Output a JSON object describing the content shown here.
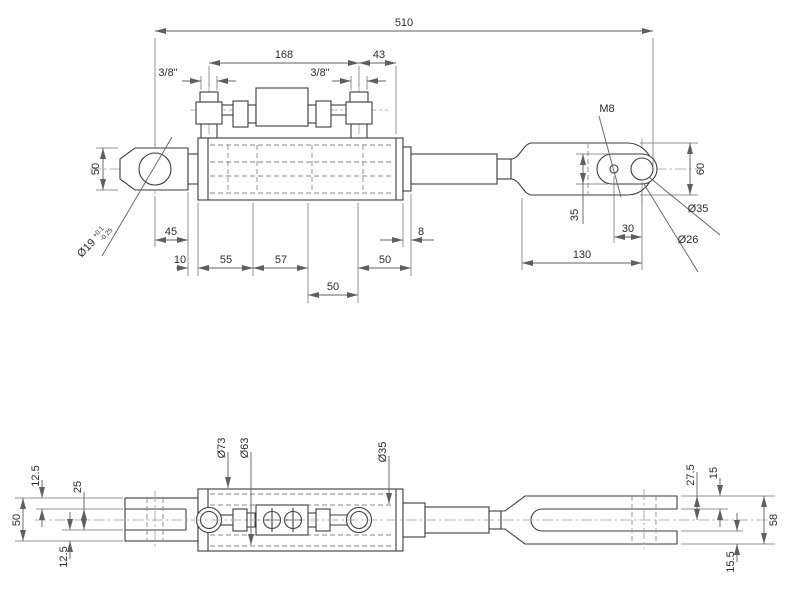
{
  "side_view": {
    "overall_length": "510",
    "fitting_span": "168",
    "d43": "43",
    "port_left": "3/8\"",
    "port_right": "3/8\"",
    "fork_height": "50",
    "pin_hole_dia": "Ø19",
    "pin_hole_tol_upper": "+0.1",
    "pin_hole_tol_lower": "-0.25",
    "d45": "45",
    "d10": "10",
    "d55": "55",
    "d57": "57",
    "d50_mid": "50",
    "d50_right": "50",
    "d8": "8",
    "thread_label": "M8",
    "end_height": "60",
    "slot_width": "35",
    "hole_spacing": "30",
    "end_length": "130",
    "slot_end_dia": "Ø35",
    "hole_dia": "Ø26"
  },
  "top_view": {
    "plate_thickness_top": "12.5",
    "slot_gap": "25",
    "fork_width": "50",
    "plate_thickness_bottom": "12.5",
    "cylinder_od": "Ø73",
    "bore_dia": "Ø63",
    "rod_dia": "Ø35",
    "d27_5": "27.5",
    "d15": "15",
    "fork_width_right": "58",
    "d15_5": "15.5"
  }
}
